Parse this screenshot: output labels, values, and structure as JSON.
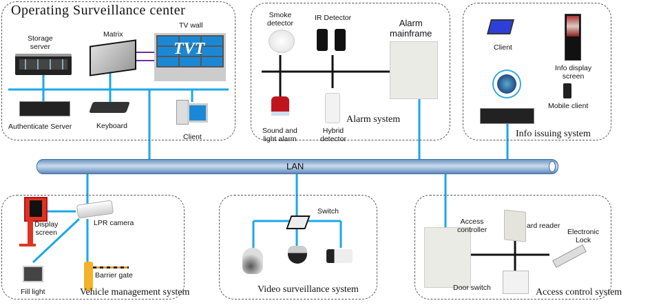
{
  "network": {
    "bus_label": "LAN"
  },
  "colors": {
    "link": "#1aa7e8",
    "alarm_wire": "#111111",
    "video_wire": "#6b2d9a",
    "bus": "#9db8d8"
  },
  "systems": {
    "surveillance": {
      "title": "Operating Surveillance center",
      "devices": {
        "storage": "Storage\nserver",
        "matrix": "Matrix",
        "tvwall": "TV wall",
        "tvwall_logo": "TVT",
        "auth": "Authenticate Server",
        "keyboard": "Keyboard",
        "client": "Client"
      }
    },
    "alarm": {
      "title": "Alarm system",
      "devices": {
        "smoke": "Smoke\ndetector",
        "ir": "IR Detector",
        "mainframe": "Alarm\nmainframe",
        "sound": "Sound and\nlight alarm",
        "hybrid": "Hybrid\ndetector"
      }
    },
    "info": {
      "title": "Info issuing system",
      "devices": {
        "client": "Client",
        "display": "Info display\nscreen",
        "mobile": "Mobile client"
      }
    },
    "vehicle": {
      "title": "Vehicle management system",
      "devices": {
        "display": "Display\nscreen",
        "lpr": "LPR camera",
        "fill": "Fill light",
        "barrier": "Barrier gate"
      }
    },
    "video": {
      "title": "Video surveillance system",
      "devices": {
        "switch": "Switch"
      }
    },
    "access": {
      "title": "Access control system",
      "devices": {
        "controller": "Access\ncontroller",
        "reader": "ard reader",
        "lock": "Electronic\nLock",
        "door": "Door switch"
      }
    }
  }
}
